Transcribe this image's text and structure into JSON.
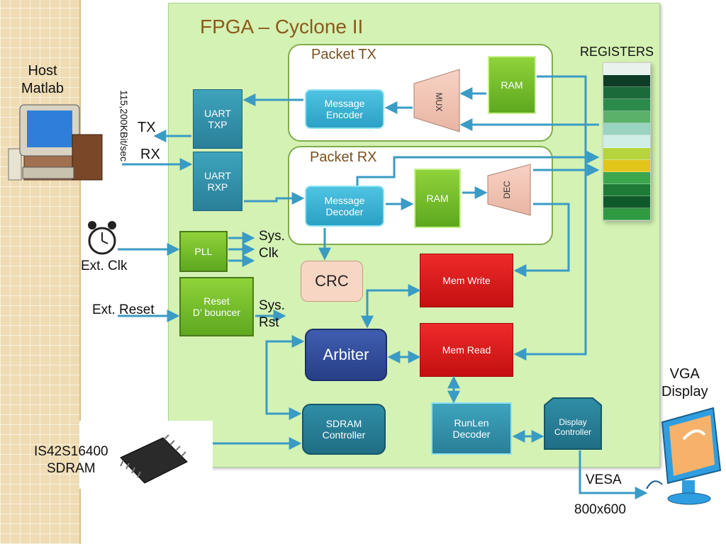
{
  "title": "FPGA – Cyclone II",
  "packet_tx": {
    "title": "Packet TX",
    "ram": "RAM",
    "mux": "MUX",
    "encoder": "Message\nEncoder"
  },
  "packet_rx": {
    "title": "Packet RX",
    "ram": "RAM",
    "dec": "DEC",
    "decoder": "Message\nDecoder"
  },
  "uart_txp": "UART\nTXP",
  "uart_rxp": "UART\nRXP",
  "pll": "PLL",
  "reset": "Reset\nD’ bouncer",
  "crc": "CRC",
  "mem_write": "Mem Write",
  "mem_read": "Mem Read",
  "arbiter": "Arbiter",
  "sdram_controller": "SDRAM\nController",
  "runlen_decoder": "RunLen\nDecoder",
  "display_controller": "Display\nController",
  "registers": "REGISTERS",
  "host": "Host\nMatlab",
  "baud": "115,200KBit/sec",
  "tx": "TX",
  "rx": "RX",
  "ext_clk": "Ext. Clk",
  "sys_clk": "Sys.\nClk",
  "ext_reset": "Ext. Reset",
  "sys_rst": "Sys.\nRst",
  "sdram_chip": "IS42S16400\nSDRAM",
  "vga": "VGA\nDisplay",
  "vesa": "VESA",
  "resolution": "800x600",
  "colors": {
    "wire": "#3a9bc4",
    "fpga_bg": "#d4f2b4",
    "register_stack": [
      "#e9f3ee",
      "#0d3d26",
      "#1b6b3a",
      "#2c8a4a",
      "#5bb16a",
      "#9ad3c0",
      "#cfeee5",
      "#b6d53c",
      "#e2c51a",
      "#3aa64d",
      "#1e7a37",
      "#0f5a2a",
      "#2f9a42"
    ]
  }
}
